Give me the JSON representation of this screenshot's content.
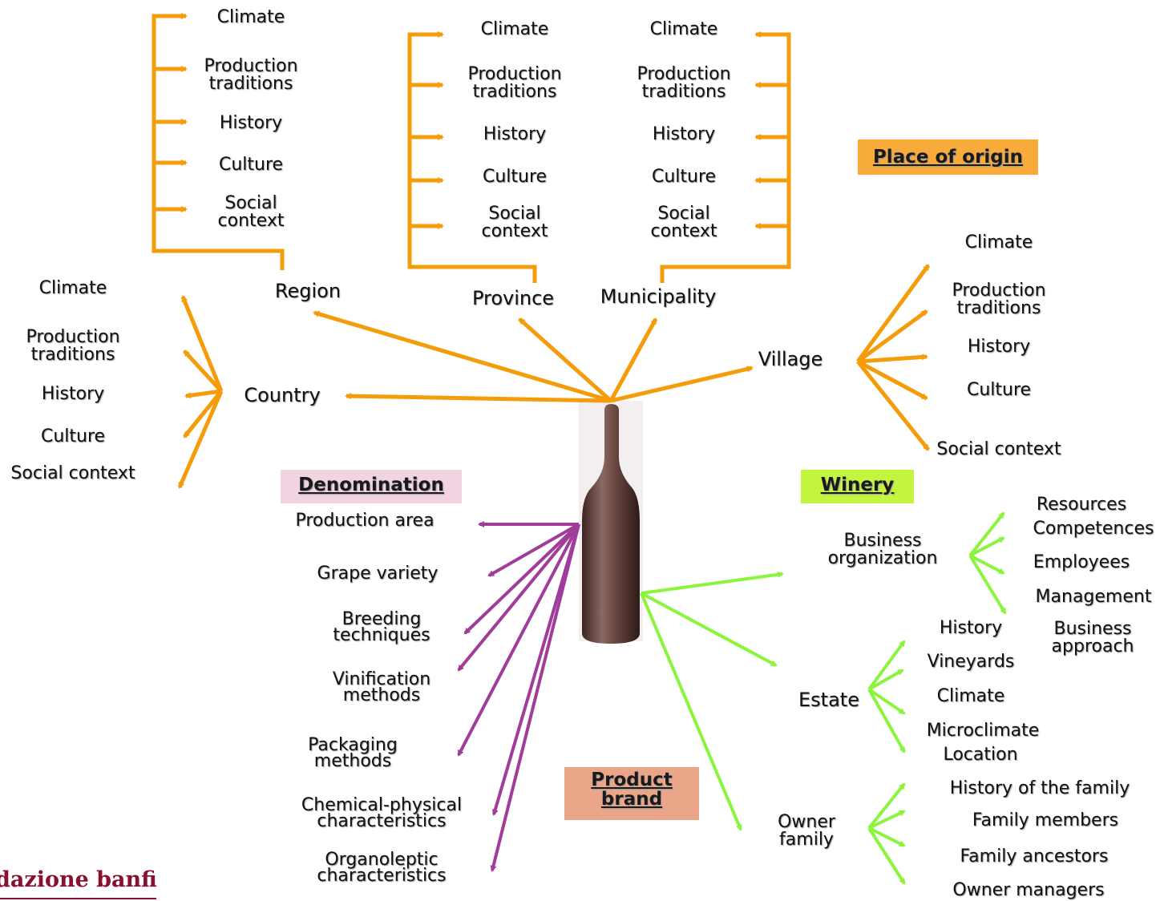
{
  "colors": {
    "origin": "#f59c0b",
    "denomination": "#a03c9a",
    "winery": "#8bf53d"
  },
  "headers": {
    "place_of_origin": "Place of origin",
    "denomination": "Denomination",
    "winery": "Winery",
    "product_brand": "Product\nbrand"
  },
  "nodes": {
    "region": "Region",
    "province": "Province",
    "municipality": "Municipality",
    "village": "Village",
    "country": "Country"
  },
  "region_items": [
    "Climate",
    "Production\ntraditions",
    "History",
    "Culture",
    "Social\ncontext"
  ],
  "province_items": [
    "Climate",
    "Production\ntraditions",
    "History",
    "Culture",
    "Social\ncontext"
  ],
  "municipality_items": [
    "Climate",
    "Production\ntraditions",
    "History",
    "Culture",
    "Social\ncontext"
  ],
  "country_items": [
    "Climate",
    "Production\ntraditions",
    "History",
    "Culture",
    "Social context"
  ],
  "village_items": [
    "Climate",
    "Production\ntraditions",
    "History",
    "Culture",
    "Social context"
  ],
  "denomination_items": [
    "Production area",
    "Grape variety",
    "Breeding\ntechniques",
    "Vinification\nmethods",
    "Packaging\nmethods",
    "Chemical-physical\ncharacteristics",
    "Organoleptic\ncharacteristics"
  ],
  "winery_nodes": {
    "business": "Business\norganization",
    "estate": "Estate",
    "owner": "Owner\nfamily"
  },
  "business_items": [
    "Resources",
    "Competences",
    "Employees",
    "Management",
    "Business\napproach"
  ],
  "estate_items": [
    "History",
    "Vineyards",
    "Climate",
    "Microclimate",
    "Location"
  ],
  "family_items": [
    "History of the family",
    "Family members",
    "Family ancestors",
    "Owner managers"
  ],
  "logo": "dazione banfi"
}
